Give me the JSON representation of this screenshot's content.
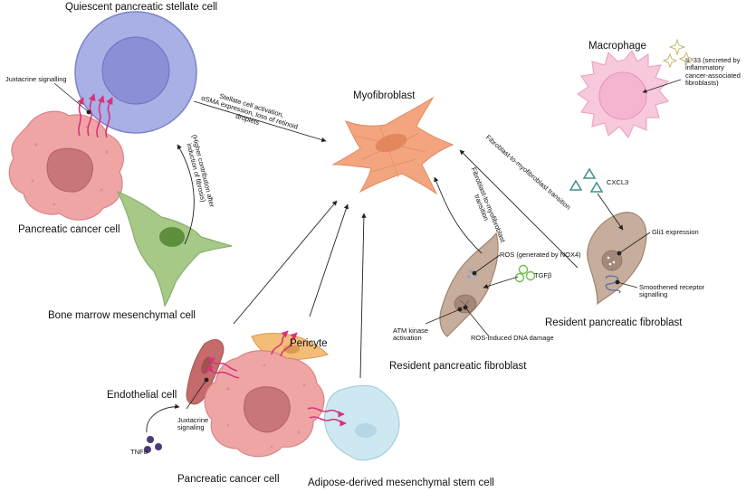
{
  "labels": {
    "quiescent_cell": "Quiescent pancreatic stellate cell",
    "myofibroblast": "Myofibroblast",
    "macrophage": "Macrophage",
    "pancreatic_cancer_top": "Pancreatic cancer cell",
    "bone_marrow": "Bone marrow mesenchymal cell",
    "resident_fibroblast_right": "Resident pancreatic fibroblast",
    "resident_fibroblast_center": "Resident pancreatic fibroblast",
    "pericyte": "Pericyte",
    "endothelial": "Endothelial cell",
    "pancreatic_cancer_bottom": "Pancreatic cancer cell",
    "adipose": "Adipose-derived mesenchymal stem cell"
  },
  "annotations": {
    "juxtacrine_top": "Juxtacrine signalling",
    "stellate_activation": [
      "Stellate cell activation,",
      "αSMA expression, loss of retinoid",
      "droplets"
    ],
    "higher_contribution": [
      "(Higher contribution after",
      "induction of fibrosis)"
    ],
    "il33": [
      "IL-33 (secreted by",
      "inflammatory",
      "cancer-associated",
      "fibroblasts)"
    ],
    "cxcl3": "CXCL3",
    "gli1": "Gli1 expression",
    "smoothened": [
      "Smoothened receptor",
      "signalling"
    ],
    "fib_to_myo_long": "Fibroblast-to-myofibroblast transition",
    "fib_to_myo_short": [
      "Fibroblast-to-myofibroblast",
      "transition"
    ],
    "ros": "ROS (generated by NOX4)",
    "tgfb": "TGFβ",
    "atm": [
      "ATM kinase",
      "activation"
    ],
    "ros_dna": "ROS-induced DNA damage",
    "juxtacrine_bottom": [
      "Juxtacrine",
      "signaling"
    ],
    "tnfa": "TNFα"
  },
  "colors": {
    "stellate_outer": "#a9b0e6",
    "stellate_inner": "#8a8fd6",
    "cancer_cell": "#f0a5a5",
    "cancer_nucleus": "#c9767a",
    "myofibroblast": "#f2a57f",
    "macrophage": "#f8c8dc",
    "bone_marrow": "#a6c988",
    "fibroblast": "#c7ad9b",
    "pericyte": "#f3bd77",
    "endothelial": "#c56b6b",
    "adipose": "#cde8f1",
    "signal_arrows": "#d6337c",
    "cxcl3": "#3f8f8a",
    "tgfb": "#6fbe4a",
    "tnfa": "#4a3a7a"
  }
}
